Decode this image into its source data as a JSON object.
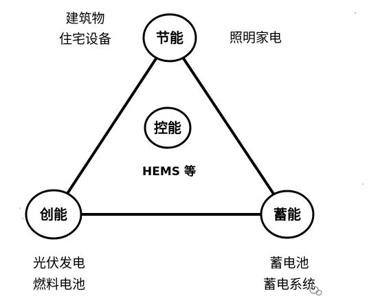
{
  "nodes": {
    "top": {
      "label": "节能"
    },
    "center": {
      "label": "控能"
    },
    "left": {
      "label": "创能"
    },
    "right": {
      "label": "蓄能"
    }
  },
  "notes": {
    "top_left": [
      "建筑物",
      "住宅设备"
    ],
    "top_right": [
      "照明家电"
    ],
    "center": "HEMS 等",
    "bottom_left": [
      "光伏发电",
      "燃料电池"
    ],
    "bottom_right": [
      "蓄电池",
      "蓄电系统"
    ]
  },
  "colors": {
    "ink": "#000000",
    "background": "#ffffff"
  }
}
